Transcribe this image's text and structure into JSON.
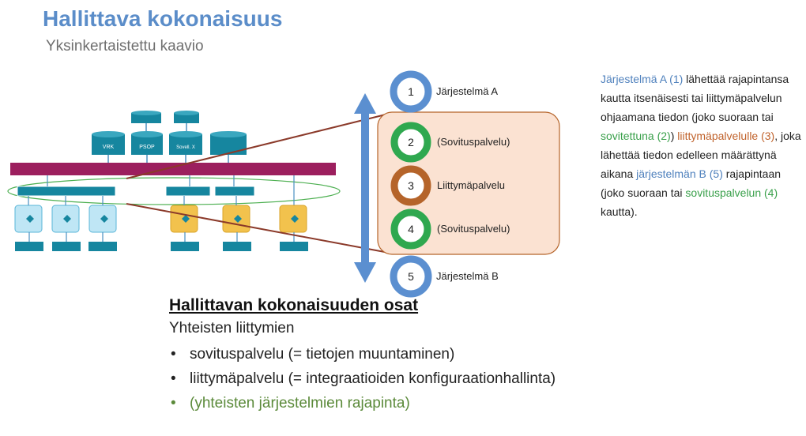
{
  "title": "Hallittava kokonaisuus",
  "subtitle": "Yksinkertaistettu kaavio",
  "diagram": {
    "nodes": [
      {
        "number": "1",
        "label": "Järjestelmä A",
        "ring_color": "#5b8fd0"
      },
      {
        "number": "2",
        "label": "(Sovituspalvelu)",
        "ring_color": "#2fa84f"
      },
      {
        "number": "3",
        "label": "Liittymäpalvelu",
        "ring_color": "#b5642a"
      },
      {
        "number": "4",
        "label": "(Sovituspalvelu)",
        "ring_color": "#2fa84f"
      },
      {
        "number": "5",
        "label": "Järjestelmä B",
        "ring_color": "#5b8fd0"
      }
    ],
    "mini_systems": [
      "VRK",
      "PSOP",
      "Sovell. X"
    ]
  },
  "description": {
    "segments": [
      {
        "text": "Järjestelmä A (1)",
        "color": "blue"
      },
      {
        "text": " lähettää rajapintansa kautta itsenäisesti tai liittymäpalvelun ohjaamana tiedon (joko suoraan tai ",
        "color": "plain"
      },
      {
        "text": "sovitettuna (2)",
        "color": "green"
      },
      {
        "text": ") ",
        "color": "plain"
      },
      {
        "text": "liittymäpalvelulle (3)",
        "color": "orange"
      },
      {
        "text": ", joka lähettää tiedon edelleen määrättynä aikana ",
        "color": "plain"
      },
      {
        "text": "järjestelmän B (5)",
        "color": "blue"
      },
      {
        "text": " rajapintaan (joko suoraan tai ",
        "color": "plain"
      },
      {
        "text": "sovituspalvelun (4)",
        "color": "green"
      },
      {
        "text": " kautta).",
        "color": "plain"
      }
    ]
  },
  "parts": {
    "title": "Hallittavan kokonaisuuden osat",
    "subtitle": "Yhteisten liittymien",
    "items": [
      {
        "text": "sovituspalvelu (= tietojen muuntaminen)",
        "style": "normal"
      },
      {
        "text": "liittymäpalvelu (= integraatioiden konfiguraationhallinta)",
        "style": "normal"
      },
      {
        "text": "(yhteisten järjestelmien rajapinta)",
        "style": "green"
      }
    ]
  },
  "colors": {
    "title": "#5B8DC9",
    "arrow": "#5b8fd0",
    "panel_fill": "#fbe2d2",
    "panel_stroke": "#b5642a",
    "connector": "#8b3a2a",
    "bus": "#9c1f5e",
    "mini_teal": "#16869f",
    "mini_yellow": "#f2c24d"
  }
}
